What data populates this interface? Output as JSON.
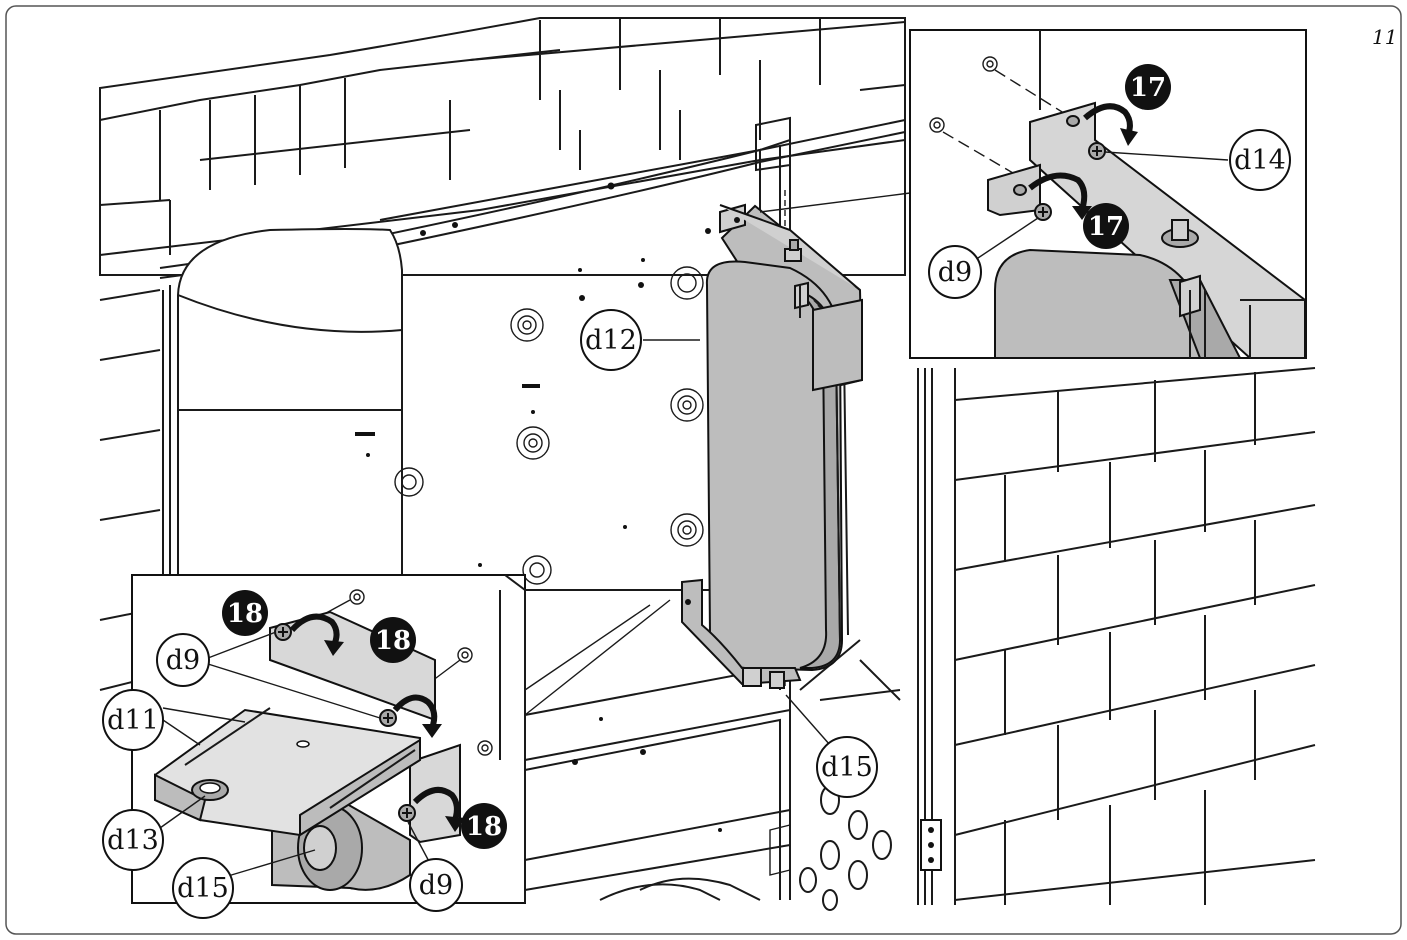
{
  "page_number": "11",
  "labels": {
    "d12": "d12",
    "d15_main": "d15",
    "d14": "d14",
    "d9_top": "d9",
    "d9_left": "d9",
    "d11": "d11",
    "d13": "d13",
    "d15_inset": "d15",
    "d9_bottom": "d9"
  },
  "steps": {
    "s17_a": "17",
    "s17_b": "17",
    "s18_a": "18",
    "s18_b": "18",
    "s18_c": "18"
  },
  "colors": {
    "tank": "#bdbdbd",
    "step_badge": "#111111",
    "line": "#1a1a1a"
  }
}
